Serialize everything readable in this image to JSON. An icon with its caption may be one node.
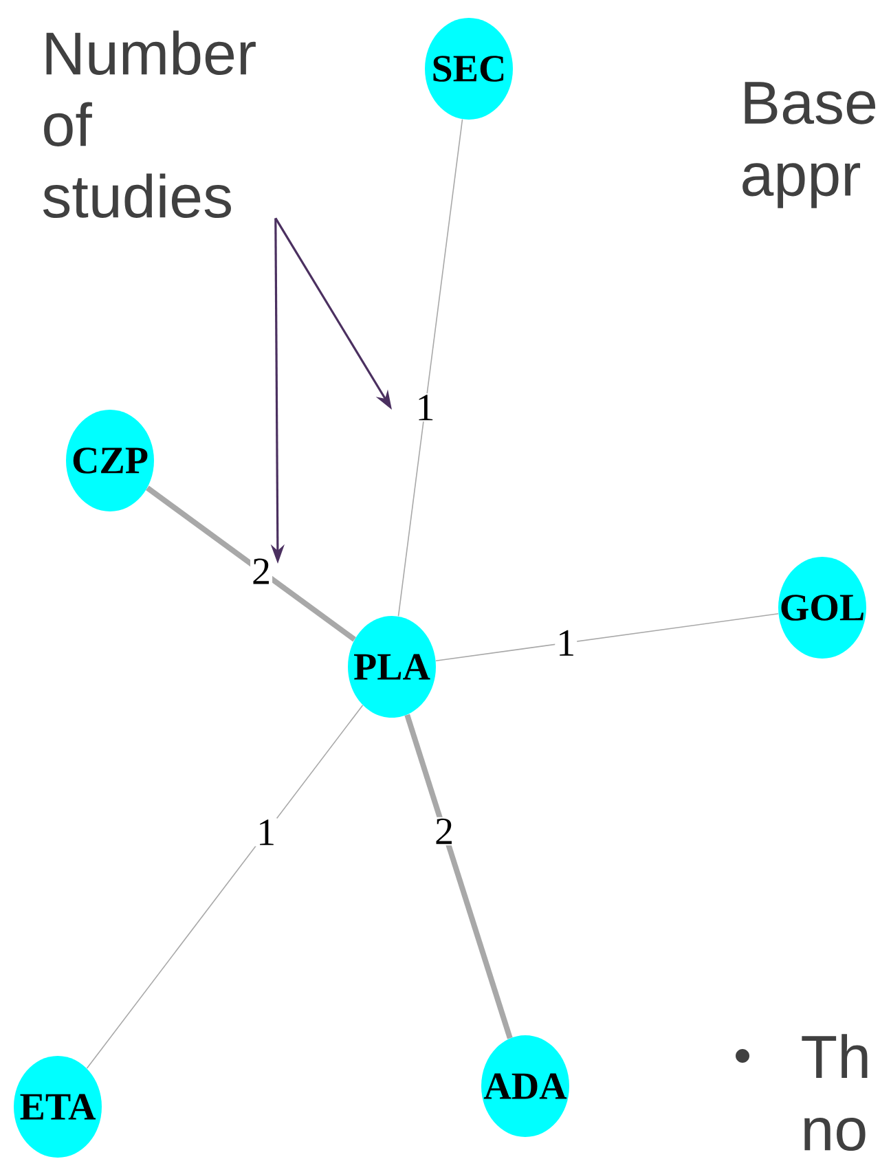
{
  "diagram": {
    "nodes": [
      {
        "text": [
          "Number of studies"
        ]
      },
      {
        "text": [
          "SEC"
        ]
      },
      {
        "text": [
          "CZP"
        ]
      },
      {
        "text": [
          "GOL"
        ]
      },
      {
        "text": [
          "PLA"
        ]
      },
      {
        "text": [
          "ADA"
        ]
      },
      {
        "text": [
          "ETA"
        ]
      }
    ],
    "edges": [
      {
        "from": 4,
        "to": 1,
        "arrow": "none",
        "label": "1"
      },
      {
        "from": 4,
        "to": 2,
        "arrow": "none",
        "label": "2",
        "style": "thick"
      },
      {
        "from": 4,
        "to": 3,
        "arrow": "none",
        "label": "1"
      },
      {
        "from": 4,
        "to": 6,
        "arrow": "none",
        "label": "1"
      },
      {
        "from": 4,
        "to": 5,
        "arrow": "none",
        "label": "2",
        "style": "thick"
      },
      {
        "from": 0,
        "to": null,
        "arrow": "to",
        "color": "#4b3060"
      },
      {
        "from": 0,
        "to": null,
        "arrow": "to",
        "color": "#4b3060"
      }
    ],
    "labels": [
      "Base",
      "appr",
      "Th",
      "no"
    ]
  }
}
